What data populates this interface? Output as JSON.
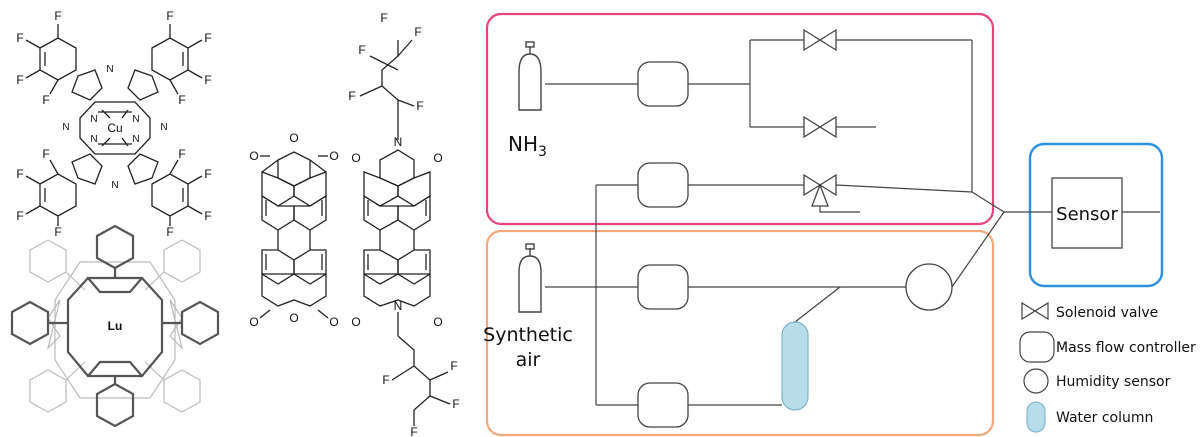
{
  "colors": {
    "ammonia_box": "#e8447a",
    "air_box": "#f2a97a",
    "sensor_box": "#2f8fe0",
    "water_fill": "#b7dcea",
    "line": "#444444"
  },
  "chemistry": {
    "cu_center": "Cu",
    "lu_center": "Lu",
    "f_label": "F",
    "n_label": "N",
    "o_label": "O"
  },
  "labels": {
    "nh3_main": "NH",
    "nh3_sub": "3",
    "synthetic_line1": "Synthetic",
    "synthetic_line2": "air",
    "sensor": "Sensor"
  },
  "legend": {
    "solenoid": "Solenoid valve",
    "mfc": "Mass flow controller",
    "humidity": "Humidity sensor",
    "water": "Water column"
  }
}
